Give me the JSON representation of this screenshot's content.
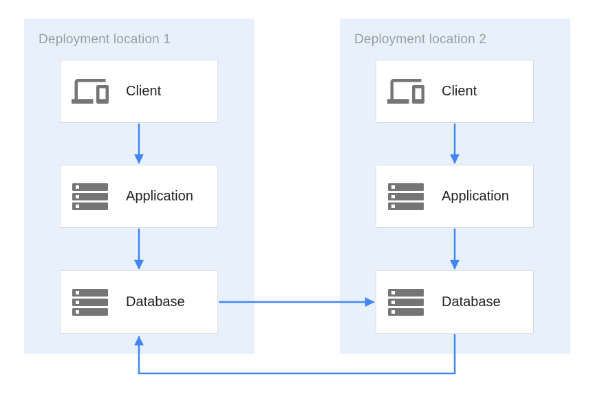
{
  "diagram": {
    "type": "architecture-diagram",
    "panels": [
      {
        "id": "location-1",
        "title": "Deployment location 1",
        "nodes": [
          {
            "id": "location-1-client",
            "label": "Client",
            "icon": "devices-icon"
          },
          {
            "id": "location-1-application",
            "label": "Application",
            "icon": "server-stack-icon"
          },
          {
            "id": "location-1-database",
            "label": "Database",
            "icon": "server-stack-icon"
          }
        ]
      },
      {
        "id": "location-2",
        "title": "Deployment location 2",
        "nodes": [
          {
            "id": "location-2-client",
            "label": "Client",
            "icon": "devices-icon"
          },
          {
            "id": "location-2-application",
            "label": "Application",
            "icon": "server-stack-icon"
          },
          {
            "id": "location-2-database",
            "label": "Database",
            "icon": "server-stack-icon"
          }
        ]
      }
    ],
    "edges": [
      {
        "from": "location-1-client",
        "to": "location-1-application",
        "direction": "down"
      },
      {
        "from": "location-1-application",
        "to": "location-1-database",
        "direction": "down"
      },
      {
        "from": "location-2-client",
        "to": "location-2-application",
        "direction": "down"
      },
      {
        "from": "location-2-application",
        "to": "location-2-database",
        "direction": "down"
      },
      {
        "from": "location-1-database",
        "to": "location-2-database",
        "direction": "right"
      },
      {
        "from": "location-2-database",
        "to": "location-1-database",
        "direction": "up",
        "route": "below-panels"
      }
    ],
    "colors": {
      "panel_background": "#e8f1fb",
      "arrow_blue": "#4285f4",
      "box_background": "#ffffff",
      "box_border": "#d9dbde",
      "label_text": "#212124",
      "panel_title_text": "#999da2",
      "icon_gray": "#757575"
    }
  }
}
